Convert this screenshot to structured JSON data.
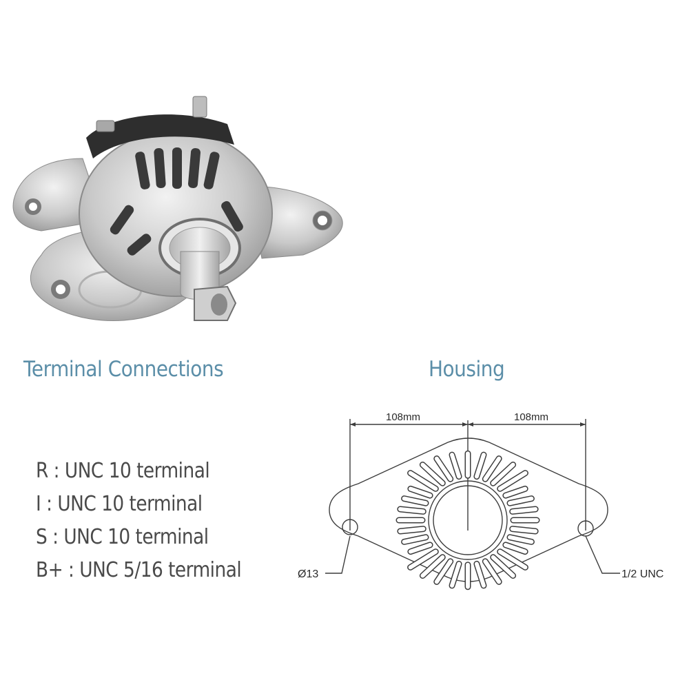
{
  "colors": {
    "heading": "#5b8ea8",
    "text": "#4a4a4a",
    "drawing": "#3c3c3c",
    "metal_light": "#d9d9d9",
    "metal_dark": "#8f8f8f"
  },
  "terminal_connections": {
    "title": "Terminal Connections",
    "items": [
      "R : UNC 10 terminal",
      "I : UNC 10 terminal",
      "S : UNC 10 terminal",
      "B+ : UNC 5/16 terminal"
    ]
  },
  "housing": {
    "title": "Housing",
    "dimension_left": "108mm",
    "dimension_right": "108mm",
    "hole_label_left": "Ø13",
    "hole_label_right": "1/2 UNC"
  }
}
